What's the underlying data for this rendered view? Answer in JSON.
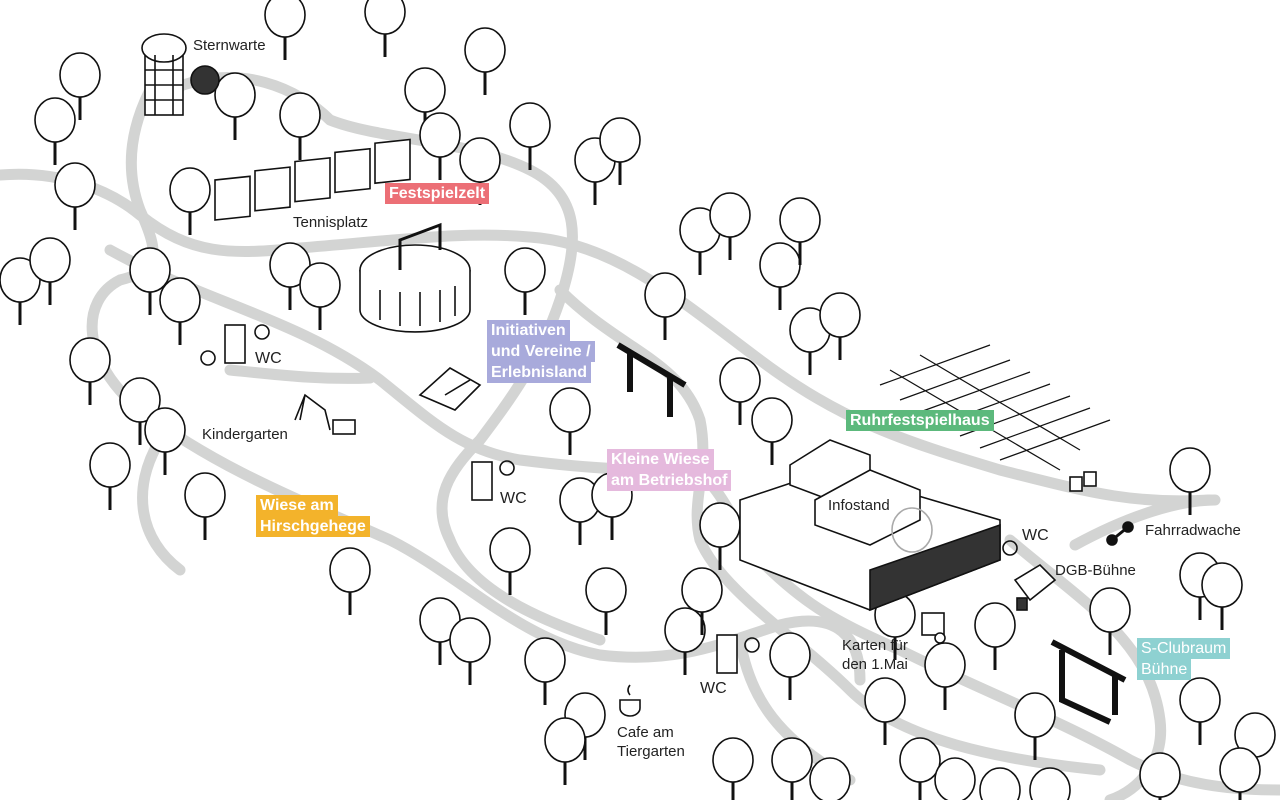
{
  "colors": {
    "path": "#d3d4d3",
    "festspielzelt": "#ec6f76",
    "initiativen": "#a8aadb",
    "ruhrfestspielhaus": "#5cb97c",
    "kleine_wiese": "#e5b9dd",
    "hirschgehege": "#f3b32b",
    "s_clubraum": "#8ed1d1"
  },
  "areas": {
    "festspielzelt": "Festspielzelt",
    "initiativen": [
      "Initiativen",
      "und Vereine /",
      "Erlebnisland"
    ],
    "ruhrfestspielhaus": "Ruhrfestspielhaus",
    "kleine_wiese": [
      "Kleine Wiese",
      "am Betriebshof"
    ],
    "hirschgehege": [
      "Wiese am",
      "Hirschgehege"
    ],
    "s_clubraum": [
      "S-Clubraum",
      "Bühne"
    ]
  },
  "places": {
    "sternwarte": "Sternwarte",
    "tennisplatz": "Tennisplatz",
    "kindergarten": "Kindergarten",
    "infostand": "Infostand",
    "fahrradwache": "Fahrradwache",
    "dgb_buehne": "DGB-Bühne",
    "karten": [
      "Karten für",
      "den 1.Mai"
    ],
    "cafe": [
      "Cafe am",
      "Tiergarten"
    ],
    "wc": "WC"
  },
  "icons": [
    "tree-icon",
    "toilet-icon",
    "wheelchair-icon",
    "gender-icon",
    "bicycle-icon",
    "coffee-cup-icon",
    "tent-icon",
    "swing-icon",
    "observatory-icon",
    "circus-tent-icon",
    "stage-icon",
    "parking-icon"
  ]
}
